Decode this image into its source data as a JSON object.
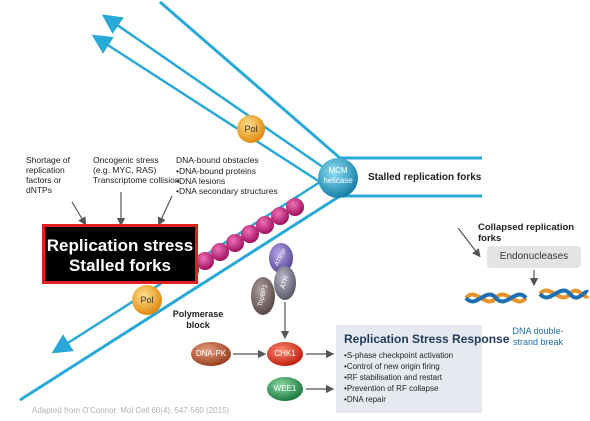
{
  "stimuli": {
    "shortage": "Shortage of replication factors or dNTPs",
    "oncogenic": [
      "Oncogenic stress",
      "(e.g. MYC, RAS)",
      "Transcriptome collision"
    ],
    "obstacles_title": "DNA-bound obstacles",
    "obstacles_items": [
      "DNA-bound proteins",
      "DNA lesions",
      "DNA secondary structures"
    ]
  },
  "stress_box": {
    "line1": "Replication stress",
    "line2": "Stalled forks"
  },
  "labels": {
    "pol_top": "Pol",
    "pol_bottom": "Pol",
    "mcm_line1": "MCM",
    "mcm_line2": "helicase",
    "stalled": "Stalled replication forks",
    "polymerase_block_1": "Polymerase",
    "polymerase_block_2": "block",
    "atrip": "ATRIP",
    "atr": "ATR",
    "topbp1": "TopBP1",
    "dnapk": "DNA-PK",
    "chk1": "CHK1",
    "wee1": "WEE1"
  },
  "collapsed": {
    "title": "Collapsed replication forks",
    "endonucleases": "Endonucleases",
    "dsb_line1": "DNA double-",
    "dsb_line2": "strand break"
  },
  "response": {
    "title": "Replication Stress Response",
    "items": [
      "S-phase checkpoint activation",
      "Control of new origin firing",
      "RF stabilisation and restart",
      "Prevention of RF collapse",
      "DNA repair"
    ]
  },
  "credit": "Adapted from O'Connor. Mol Cell 60(4), 547-560 (2015)",
  "colors": {
    "dna_strand": "#29a9d8",
    "pol": "#f0a830",
    "mcm": "#2ea6c8",
    "rpa": "#c0207a",
    "stress_border": "#e02020",
    "chk1": "#e03a2a",
    "dnapk": "#b85a3a",
    "wee1": "#3a9a60",
    "atrip": "#7a68b0",
    "topbp1": "#7a6a6a",
    "atr": "#7a7a88"
  }
}
